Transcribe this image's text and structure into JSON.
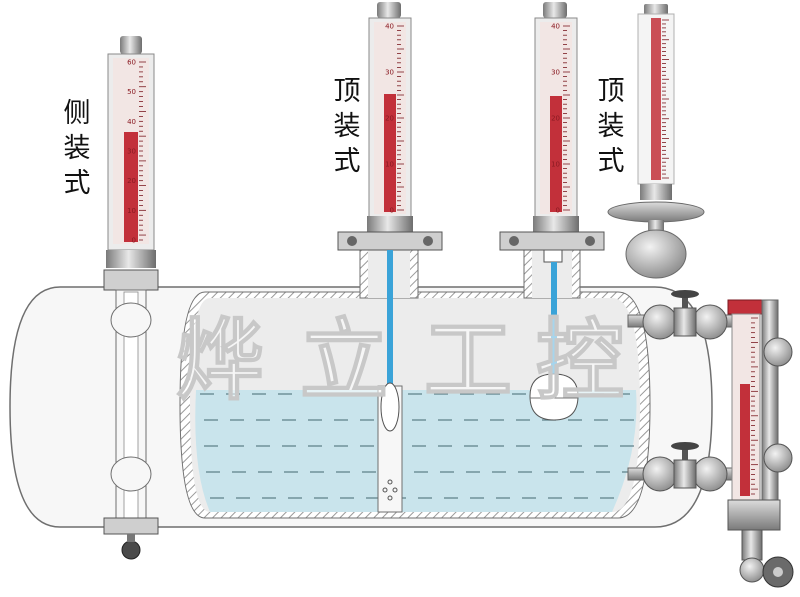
{
  "labels": {
    "side_mount": [
      "侧",
      "装",
      "式"
    ],
    "top_mount_a": [
      "顶",
      "装",
      "式"
    ],
    "top_mount_b": [
      "顶",
      "装",
      "式"
    ]
  },
  "watermark": [
    "烨",
    "立",
    "工",
    "控"
  ],
  "gauge_scales": {
    "side": [
      "60",
      "50",
      "40",
      "30",
      "20",
      "10",
      "0"
    ],
    "top_a": [
      "40",
      "30",
      "20",
      "10",
      "0"
    ],
    "top_b": [
      "40",
      "30",
      "20",
      "10",
      "0"
    ]
  },
  "colors": {
    "water": "#c9e4ec",
    "water_line": "#5f8088",
    "tank_fill": "#f7f7f7",
    "tank_outline": "#6f6f6f",
    "hatch": "#9a9a9a",
    "tube_blue": "#3aa3d8",
    "gauge_red": "#c2303a",
    "gauge_bg": "#f2e6e4",
    "steel": "#b8b8b8"
  }
}
